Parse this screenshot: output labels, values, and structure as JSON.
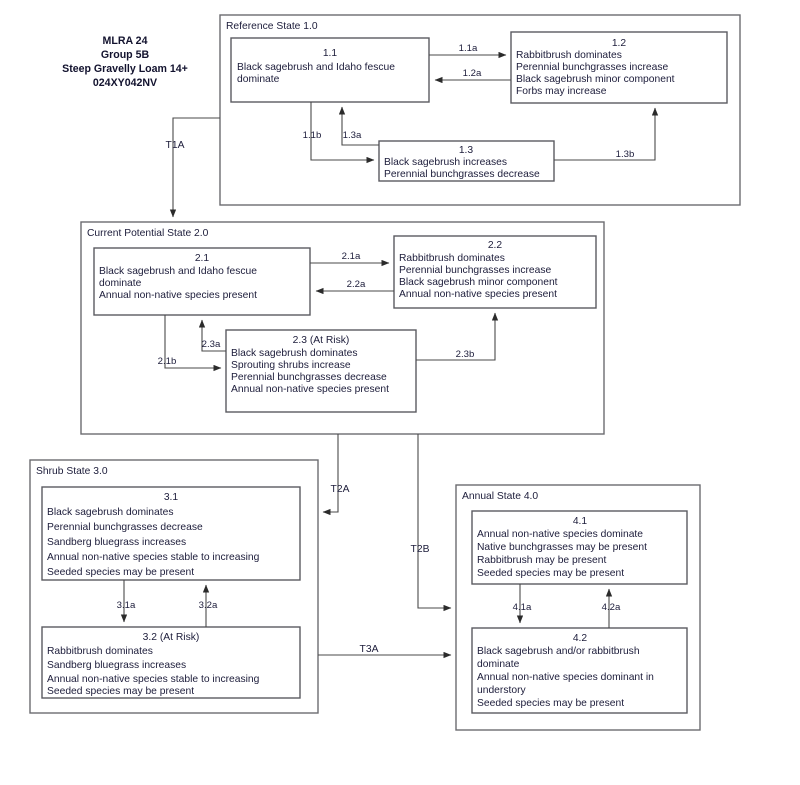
{
  "header": {
    "line1": "MLRA 24",
    "line2": "Group 5B",
    "line3": "Steep Gravelly Loam 14+",
    "line4": "024XY042NV"
  },
  "states": {
    "s1": {
      "label": "Reference State 1.0"
    },
    "s2": {
      "label": "Current Potential State 2.0"
    },
    "s3": {
      "label": "Shrub State 3.0"
    },
    "s4": {
      "label": "Annual State 4.0"
    }
  },
  "phases": {
    "p11": {
      "number": "1.1",
      "lines": [
        "Black sagebrush and Idaho fescue",
        "dominate"
      ]
    },
    "p12": {
      "number": "1.2",
      "lines": [
        "Rabbitbrush dominates",
        "Perennial bunchgrasses increase",
        "Black sagebrush minor component",
        "Forbs may increase"
      ]
    },
    "p13": {
      "number": "1.3",
      "lines": [
        "Black sagebrush increases",
        "Perennial bunchgrasses decrease"
      ]
    },
    "p21": {
      "number": "2.1",
      "lines": [
        "Black sagebrush and Idaho fescue",
        "dominate",
        "Annual non-native species present"
      ]
    },
    "p22": {
      "number": "2.2",
      "lines": [
        "Rabbitbrush dominates",
        "Perennial bunchgrasses increase",
        "Black sagebrush minor component",
        "Annual non-native species present"
      ]
    },
    "p23": {
      "number": "2.3 (At Risk)",
      "lines": [
        "Black sagebrush dominates",
        "Sprouting shrubs increase",
        "Perennial bunchgrasses decrease",
        "Annual non-native species present"
      ]
    },
    "p31": {
      "number": "3.1",
      "lines": [
        "Black sagebrush dominates",
        "Perennial bunchgrasses decrease",
        "Sandberg bluegrass increases",
        "Annual non-native species stable to increasing",
        "Seeded species may be present"
      ]
    },
    "p32": {
      "number": "3.2 (At Risk)",
      "lines": [
        "Rabbitbrush dominates",
        "Sandberg bluegrass increases",
        "Annual non-native species stable to increasing",
        "Seeded species may be present"
      ]
    },
    "p41": {
      "number": "4.1",
      "lines": [
        "Annual non-native species dominate",
        "Native bunchgrasses may be present",
        "Rabbitbrush may be present",
        "Seeded species may be present"
      ]
    },
    "p42": {
      "number": "4.2",
      "lines": [
        "Black sagebrush and/or rabbitbrush",
        "dominate",
        "Annual non-native species dominant in",
        "understory",
        "Seeded species may be present"
      ]
    }
  },
  "edges": {
    "e11a": "1.1a",
    "e12a": "1.2a",
    "e11b": "1.1b",
    "e13a": "1.3a",
    "e13b": "1.3b",
    "e21a": "2.1a",
    "e22a": "2.2a",
    "e21b": "2.1b",
    "e23a": "2.3a",
    "e23b": "2.3b",
    "e31a": "3.1a",
    "e32a": "3.2a",
    "e41a": "4.1a",
    "e42a": "4.2a"
  },
  "transitions": {
    "t1a": "T1A",
    "t2a": "T2A",
    "t2b": "T2B",
    "t3a": "T3A"
  },
  "colors": {
    "box_stroke": "#6b6b70",
    "wire": "#4a4a4a",
    "text": "#1c1c3a",
    "background": "#ffffff"
  }
}
